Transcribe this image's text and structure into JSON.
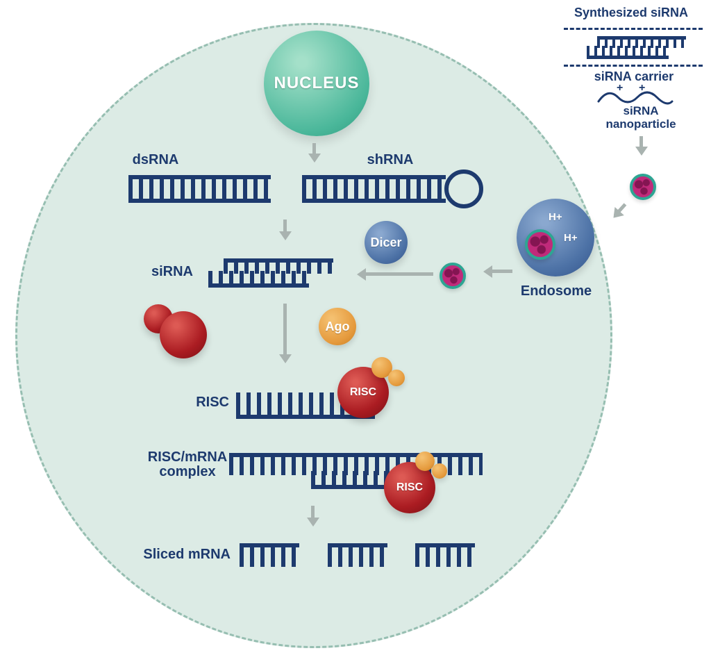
{
  "diagram": {
    "nucleus": "NUCLEUS",
    "dsrna": "dsRNA",
    "shrna": "shRNA",
    "sirna": "siRNA",
    "dicer": "Dicer",
    "h_plus_1": "H+",
    "h_plus_2": "H+",
    "endosome": "Endosome",
    "ago": "Ago",
    "risc": "RISC",
    "risc_sphere_1": "RISC",
    "risc_mrna_line1": "RISC/mRNA",
    "risc_mrna_line2": "complex",
    "risc_sphere_2": "RISC",
    "sliced_mrna": "Sliced mRNA"
  },
  "legend": {
    "synthesized_sirna": "Synthesized siRNA",
    "sirna_carrier": "siRNA carrier",
    "plus_left": "+",
    "plus_right": "+",
    "nanoparticle_line1": "siRNA",
    "nanoparticle_line2": "nanoparticle"
  },
  "colors": {
    "navy": "#1d3a6e",
    "cell-fill": "#dcebe5",
    "cell-border": "#96beb1",
    "arrow": "#a9b3b0",
    "teal": "#4ab79a",
    "blue": "#4d72a6",
    "red": "#ab1c22",
    "orange": "#e59a3d",
    "magenta": "#c02a7a",
    "nano-ring": "#2ea593"
  }
}
